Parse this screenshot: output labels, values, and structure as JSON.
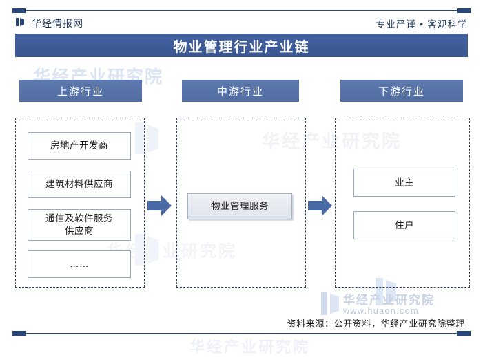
{
  "header": {
    "brand_name": "华经情报网",
    "brand_icon": "book-mark-icon",
    "tagline": "专业严谨 • 客观科学"
  },
  "title_bar": {
    "title": "物业管理行业产业链",
    "background_color": "#3b5998",
    "text_color": "#ffffff"
  },
  "columns": [
    {
      "key": "upstream",
      "header": "上游行业",
      "nodes": [
        "房地产开发商",
        "建筑材料供应商",
        "通信及软件服务\n供应商",
        "……"
      ]
    },
    {
      "key": "midstream",
      "header": "中游行业",
      "nodes": [
        "物业管理服务"
      ]
    },
    {
      "key": "downstream",
      "header": "下游行业",
      "nodes": [
        "业主",
        "住户"
      ]
    }
  ],
  "arrows": [
    {
      "name": "arrow-upstream-to-midstream",
      "direction": "right",
      "color": "#4a6aa5"
    },
    {
      "name": "arrow-midstream-to-downstream",
      "direction": "right",
      "color": "#4a6aa5"
    }
  ],
  "footer": {
    "source": "资料来源：公开资料，华经产业研究院整理"
  },
  "watermarks": {
    "institute": "华经产业研究院",
    "url": "www.huaon.com"
  },
  "colors": {
    "title_blue": "#3b5998",
    "header_blue": "#5672a8",
    "rule_blue": "#2b4a7d",
    "node_border": "#9aa8c0",
    "dashed_border": "#2f3e63",
    "arrow_blue": "#4a6aa5"
  }
}
